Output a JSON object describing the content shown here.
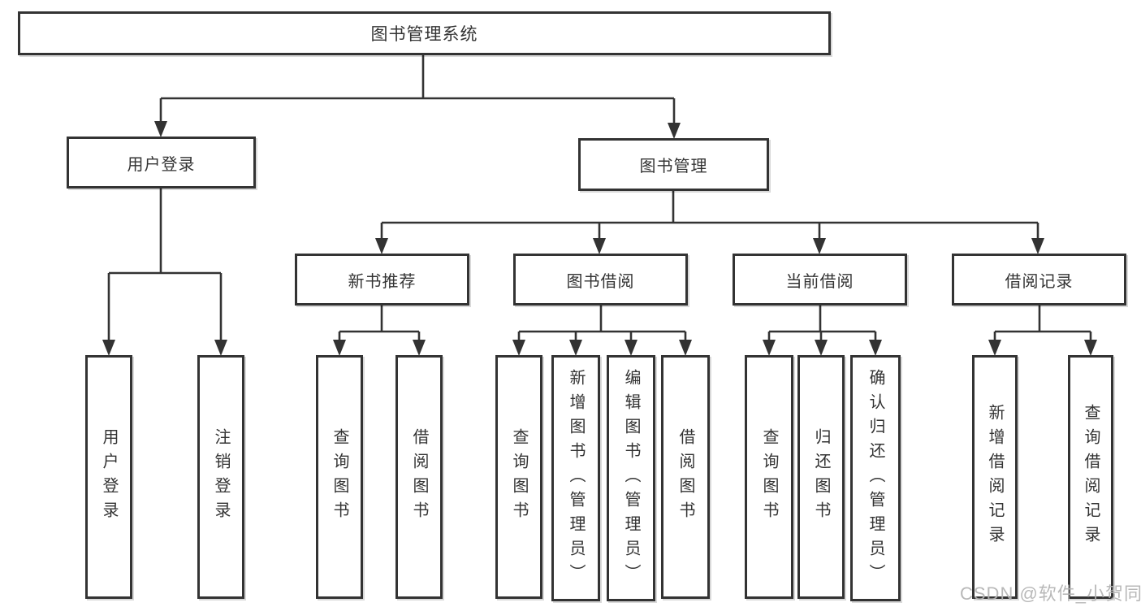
{
  "root": {
    "label": "图书管理系统"
  },
  "branches": [
    {
      "label": "用户登录",
      "children": [
        {
          "label": "用户登录"
        },
        {
          "label": "注销登录"
        }
      ]
    },
    {
      "label": "图书管理",
      "children": [
        {
          "label": "新书推荐",
          "children": [
            {
              "label": "查询图书"
            },
            {
              "label": "借阅图书"
            }
          ]
        },
        {
          "label": "图书借阅",
          "children": [
            {
              "label": "查询图书"
            },
            {
              "label": "新增图书（管理员）"
            },
            {
              "label": "编辑图书（管理员）"
            },
            {
              "label": "借阅图书"
            }
          ]
        },
        {
          "label": "当前借阅",
          "children": [
            {
              "label": "查询图书"
            },
            {
              "label": "归还图书"
            },
            {
              "label": "确认归还（管理员）"
            }
          ]
        },
        {
          "label": "借阅记录",
          "children": [
            {
              "label": "新增借阅记录"
            },
            {
              "label": "查询借阅记录"
            }
          ]
        }
      ]
    }
  ],
  "watermark": {
    "text": "CSDN @软件_小贺同学"
  },
  "colors": {
    "line": "#333333",
    "box_fill": "#ffffff",
    "text": "#333333",
    "watermark": "#b3b3b3"
  }
}
